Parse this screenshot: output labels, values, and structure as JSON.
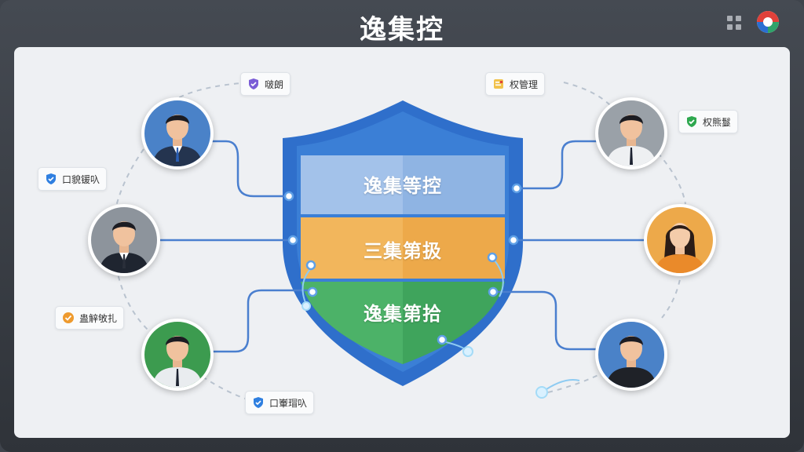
{
  "app": {
    "title": "逸集控"
  },
  "titlebar_icons": [
    "grid-icon",
    "app-logo-icon"
  ],
  "shield": {
    "bands": [
      {
        "label": "逸集等控",
        "color": "#8fb4e3"
      },
      {
        "label": "三集第扱",
        "color": "#eda94a"
      },
      {
        "label": "逸集第拾",
        "color": "#3fa45c"
      }
    ],
    "border_color": "#2f6fcb"
  },
  "tags": [
    {
      "label": "啵朗",
      "icon": "shield-purple-icon"
    },
    {
      "label": "口貌锾叺",
      "icon": "shield-blue-icon"
    },
    {
      "label": "蛊觪敂扎",
      "icon": "check-orange-icon"
    },
    {
      "label": "口輋瑁叺",
      "icon": "shield-blue-icon"
    },
    {
      "label": "权管理",
      "icon": "document-icon"
    },
    {
      "label": "权熊鬘",
      "icon": "check-green-icon"
    }
  ],
  "people": [
    {
      "role": "person-suit-navy",
      "bg": "#4a82c8"
    },
    {
      "role": "person-suit-dark",
      "bg": "#8d949c"
    },
    {
      "role": "person-shirt-tie",
      "bg": "#3c9b4f"
    },
    {
      "role": "person-shirt-tie",
      "bg": "#9aa1a8"
    },
    {
      "role": "person-woman",
      "bg": "#eda94a"
    },
    {
      "role": "person-casual",
      "bg": "#4a82c8"
    }
  ],
  "colors": {
    "line": "#4a7fcf",
    "canvas": "#eef0f3"
  }
}
